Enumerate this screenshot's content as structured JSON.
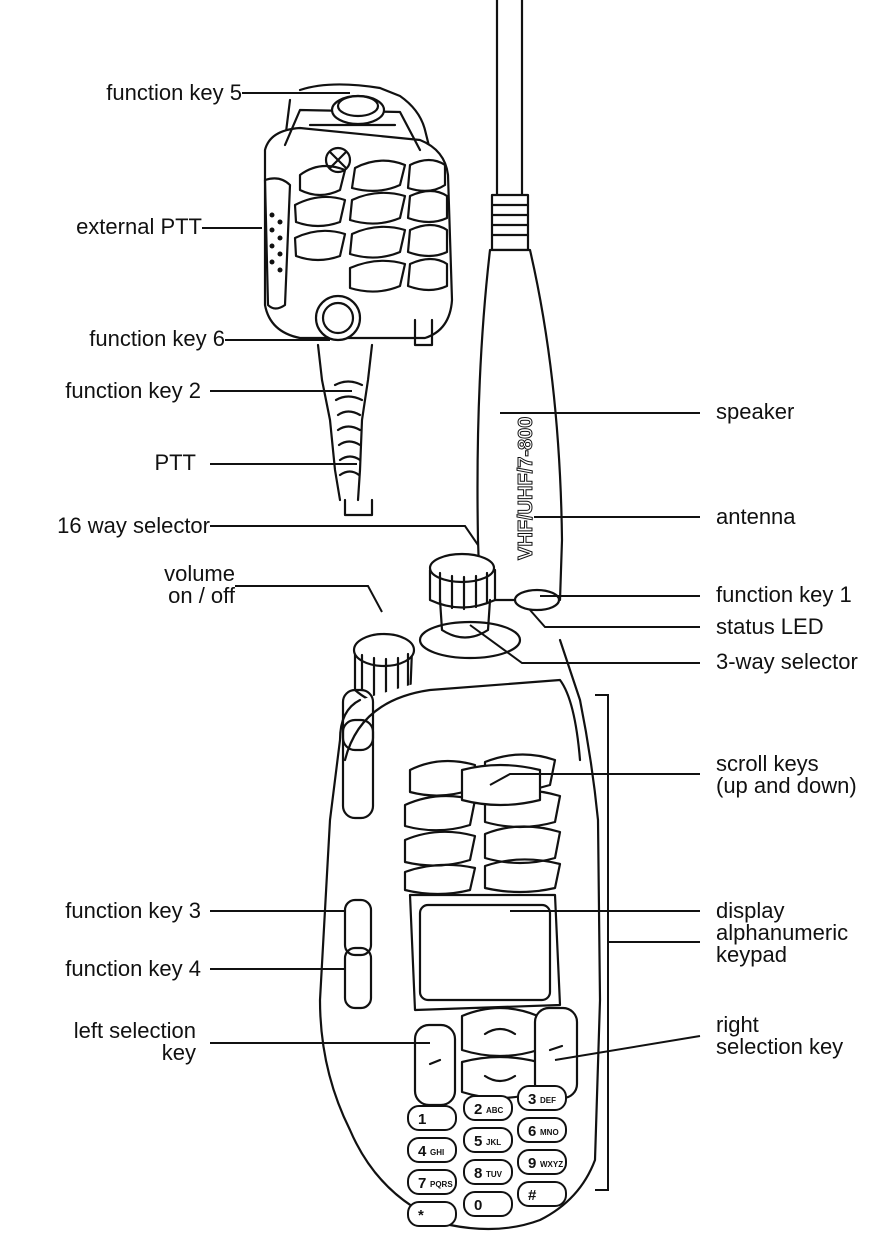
{
  "labels": {
    "function_key_5": "function key 5",
    "external_ptt": "external PTT",
    "function_key_6": "function key 6",
    "selector_16_way": "16 way selector",
    "volume_line1": "volume",
    "volume_line2": "on / off",
    "function_key_2": "function key 2",
    "ptt": "PTT",
    "function_key_3": "function key 3",
    "function_key_4": "function key 4",
    "left_selection_line1": "left selection",
    "left_selection_line2": "key",
    "antenna": "antenna",
    "function_key_1": "function key 1",
    "status_led": "status LED",
    "selector_3_way": "3-way selector",
    "speaker": "speaker",
    "display": "display",
    "scroll_line1": "scroll keys",
    "scroll_line2": "(up and down)",
    "right_selection_line1": "right",
    "right_selection_line2": "selection key",
    "keypad_line1": "alphanumeric",
    "keypad_line2": "keypad"
  },
  "antenna_text": "VHF/UHF/7-800",
  "keypad_keys": [
    {
      "num": "1",
      "letters": ""
    },
    {
      "num": "2",
      "letters": "ABC"
    },
    {
      "num": "3",
      "letters": "DEF"
    },
    {
      "num": "4",
      "letters": "GHI"
    },
    {
      "num": "5",
      "letters": "JKL"
    },
    {
      "num": "6",
      "letters": "MNO"
    },
    {
      "num": "7",
      "letters": "PQRS"
    },
    {
      "num": "8",
      "letters": "TUV"
    },
    {
      "num": "9",
      "letters": "WXYZ"
    },
    {
      "num": "*",
      "letters": ""
    },
    {
      "num": "0",
      "letters": ""
    },
    {
      "num": "#",
      "letters": ""
    }
  ]
}
